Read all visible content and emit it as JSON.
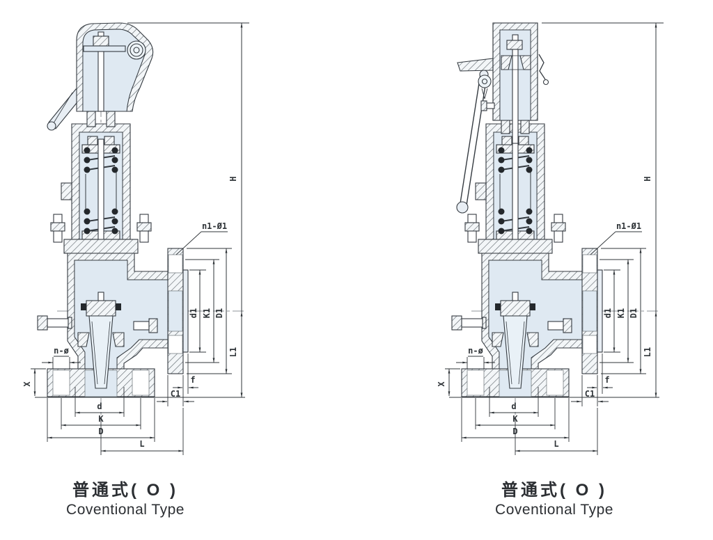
{
  "drawing": {
    "title": "safety-valve-dimension-drawing",
    "colors": {
      "line": "#343a40",
      "fill_light": "#dfe9f2",
      "fill_lighter": "#edf3f8",
      "hatch_line": "#5a6268",
      "background": "#ffffff"
    },
    "figures": [
      {
        "caption_cn": "普通式( O )",
        "caption_en": "Coventional Type",
        "dims": {
          "H": "H",
          "L1": "L1",
          "D1": "D1",
          "K1": "K1",
          "d1": "d1",
          "n1": "n1-Ø1",
          "X": "X",
          "n": "n-ø",
          "d": "d",
          "K": "K",
          "D": "D",
          "L": "L",
          "f": "f",
          "C1": "C1"
        }
      },
      {
        "caption_cn": "普通式( O )",
        "caption_en": "Coventional Type",
        "dims": {
          "H": "H",
          "L1": "L1",
          "D1": "D1",
          "K1": "K1",
          "d1": "d1",
          "n1": "n1-Ø1",
          "X": "X",
          "n": "n-ø",
          "d": "d",
          "K": "K",
          "D": "D",
          "L": "L",
          "f": "f",
          "C1": "C1"
        }
      }
    ]
  }
}
